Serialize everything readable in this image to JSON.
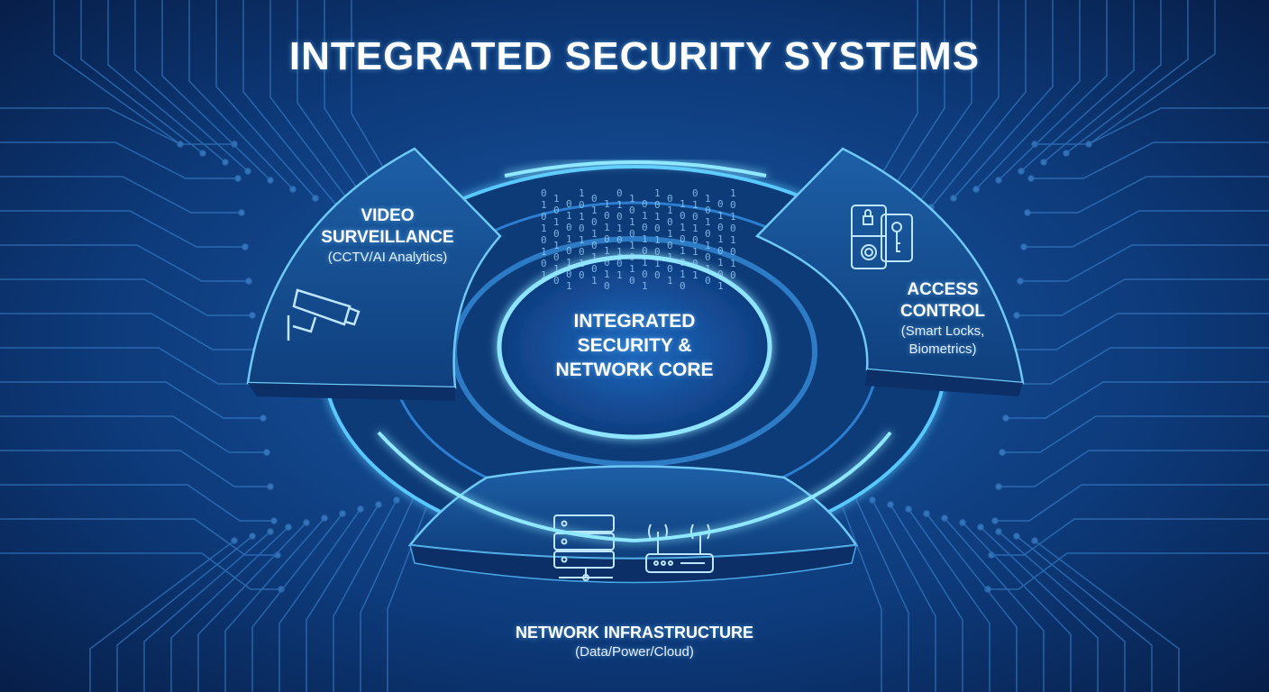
{
  "title": "INTEGRATED SECURITY SYSTEMS",
  "core": {
    "line1": "INTEGRATED",
    "line2": "SECURITY &",
    "line3": "NETWORK CORE"
  },
  "segments": {
    "video": {
      "line1": "VIDEO",
      "line2": "SURVEILLANCE",
      "sub": "(CCTV/AI Analytics)",
      "icon": "cctv-camera-icon"
    },
    "access": {
      "line1": "ACCESS",
      "line2": "CONTROL",
      "sub1": "(Smart Locks,",
      "sub2": "Biometrics)",
      "icon": "keypad-fingerprint-key-icon"
    },
    "network": {
      "title": "NETWORK INFRASTRUCTURE",
      "sub": "(Data/Power/Cloud)",
      "icons": [
        "server-rack-icon",
        "wifi-router-icon"
      ]
    }
  },
  "colors": {
    "background": "#0a2a5e",
    "panel": "#134a8c",
    "glow": "#5fd0ff",
    "edge": "#7fd6ff"
  }
}
